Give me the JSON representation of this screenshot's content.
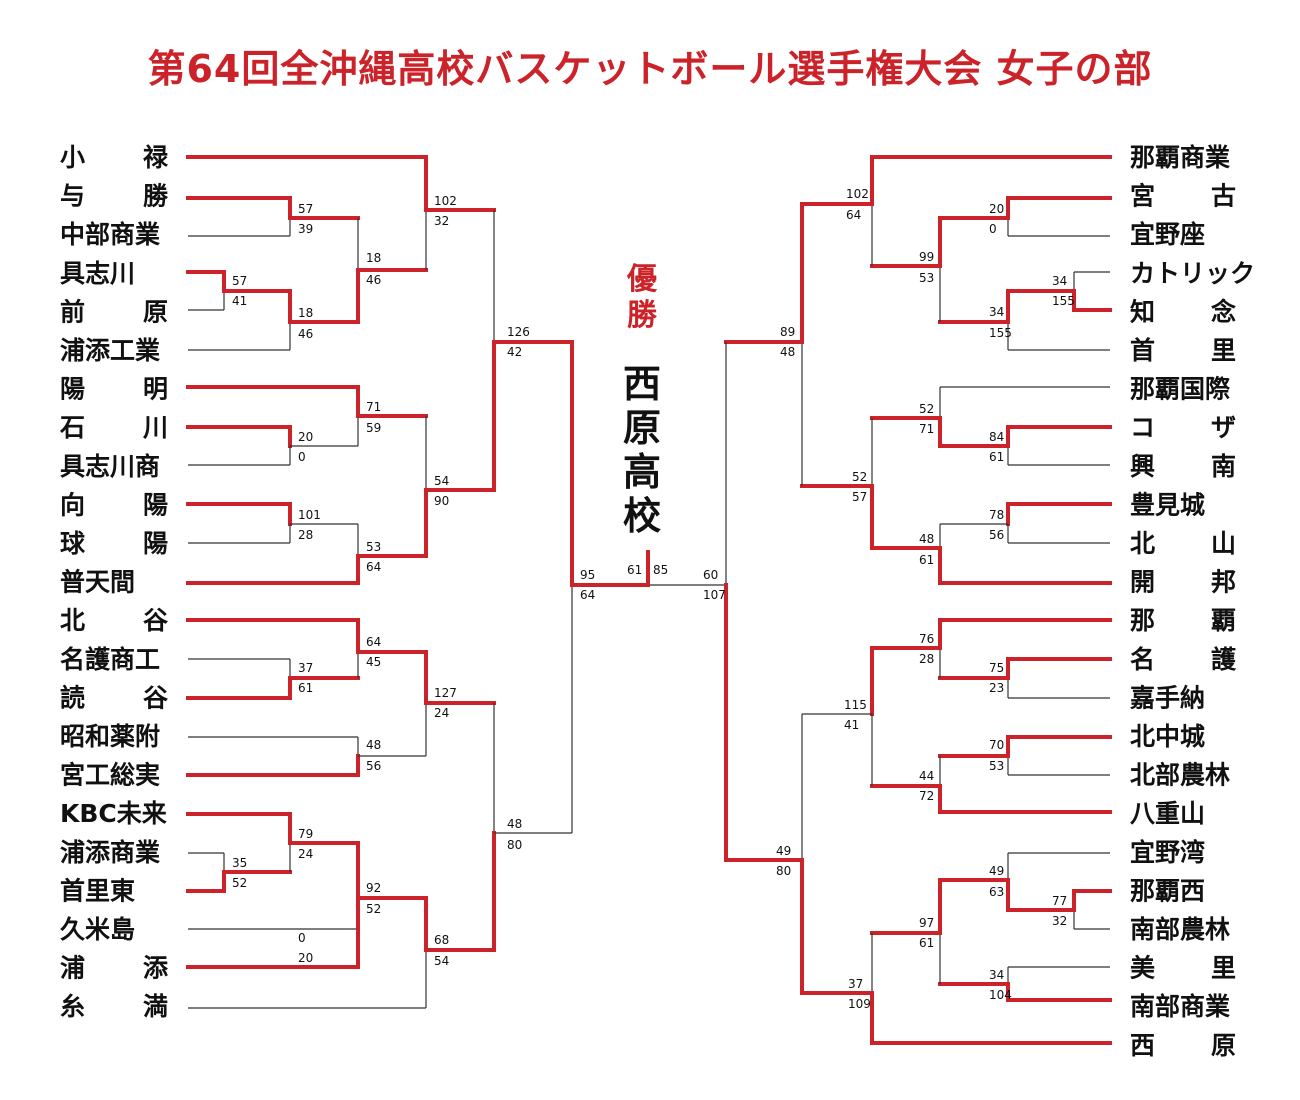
{
  "title": "第64回全沖縄高校バスケットボール選手権大会 女子の部",
  "champion_label": "優勝",
  "champion": "西原高校",
  "colors": {
    "winner_line": "#cc2229",
    "loser_line": "#333333",
    "title": "#cc2229"
  },
  "left_teams": [
    "小　禄",
    "与　勝",
    "中部商業",
    "具志川",
    "前　原",
    "浦添工業",
    "陽　明",
    "石　川",
    "具志川商",
    "向　陽",
    "球　陽",
    "普天間",
    "北　谷",
    "名護商工",
    "読　谷",
    "昭和薬附",
    "宮工総実",
    "KBC未来",
    "浦添商業",
    "首里東",
    "久米島",
    "浦　添",
    "糸　満"
  ],
  "right_teams": [
    "那覇商業",
    "宮　古",
    "宜野座",
    "カトリック",
    "知　念",
    "首　里",
    "那覇国際",
    "コ　ザ",
    "興　南",
    "豊見城",
    "北　山",
    "開　邦",
    "那　覇",
    "名　護",
    "嘉手納",
    "北中城",
    "北部農林",
    "八重山",
    "宜野湾",
    "那覇西",
    "南部農林",
    "美　里",
    "南部商業",
    "西　原"
  ],
  "scores": {
    "L_r1_yokatsu": [
      "57",
      "39"
    ],
    "L_r1_gushikawa": [
      "57",
      "41"
    ],
    "L_r1_ishikawa": [
      "20",
      "0"
    ],
    "L_r1_koyo": [
      "101",
      "28"
    ],
    "L_r1_yomitan": [
      "37",
      "61"
    ],
    "L_r1_shurihigashi": [
      "35",
      "52"
    ],
    "L_r1_urasoe": [
      "0",
      "20"
    ],
    "L_r2_yokatsu_maehara": [
      "18",
      "46"
    ],
    "L_r2_yomei": [
      "71",
      "59"
    ],
    "L_r2_futenma": [
      "53",
      "64"
    ],
    "L_r2_chatan": [
      "64",
      "45"
    ],
    "L_r2_miyako": [
      "48",
      "56"
    ],
    "L_r2_kbc": [
      "79",
      "24"
    ],
    "L_r2_urasoe": [
      "92",
      "52"
    ],
    "L_r3_oroku": [
      "102",
      "32"
    ],
    "L_r3_ishikawa": [
      "54",
      "90"
    ],
    "L_r3_chatan": [
      "127",
      "24"
    ],
    "L_r3_urasoe": [
      "68",
      "54"
    ],
    "L_r4_top": [
      "126",
      "42"
    ],
    "L_r4_bottom": [
      "48",
      "80"
    ],
    "L_sf": [
      "95",
      "64"
    ],
    "final": [
      "61",
      "85"
    ],
    "R_sf": [
      "60",
      "107"
    ],
    "R_r4_top": [
      "89",
      "48"
    ],
    "R_r4_bottom": [
      "49",
      "80"
    ],
    "R_r3_naha_shogyo": [
      "102",
      "64"
    ],
    "R_r3_koza": [
      "52",
      "57"
    ],
    "R_r3_naha": [
      "115",
      "41"
    ],
    "R_r3_nishihara": [
      "37",
      "109"
    ],
    "R_r2_miyako": [
      "99",
      "53"
    ],
    "R_r2_koza": [
      "52",
      "71"
    ],
    "R_r2_kaiho": [
      "48",
      "61"
    ],
    "R_r2_naha": [
      "76",
      "28"
    ],
    "R_r2_yaeyama": [
      "44",
      "72"
    ],
    "R_r2_nahanishi": [
      "97",
      "61"
    ],
    "R_r1_miyako": [
      "20",
      "0"
    ],
    "R_r1_chinen": [
      "34",
      "155"
    ],
    "R_r1_koza": [
      "84",
      "61"
    ],
    "R_r1_tomigusuku": [
      "78",
      "56"
    ],
    "R_r1_nago": [
      "75",
      "23"
    ],
    "R_r1_kitanakagusuku": [
      "70",
      "53"
    ],
    "R_r1_nahanishi": [
      "77",
      "32"
    ],
    "R_r1_nahanishi_q": [
      "49",
      "63"
    ],
    "R_r1_nanbu_shogyo": [
      "34",
      "104"
    ]
  }
}
